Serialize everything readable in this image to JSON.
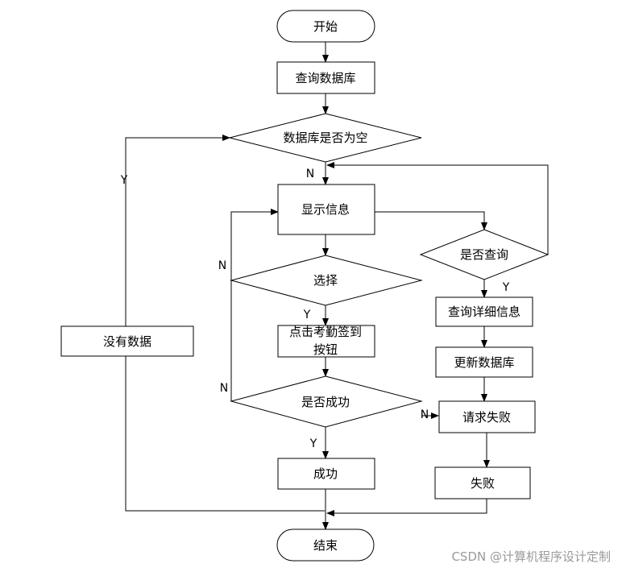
{
  "nodes": {
    "start": "开始",
    "query_db": "查询数据库",
    "db_empty": "数据库是否为空",
    "no_data": "没有数据",
    "show_info": "显示信息",
    "select": "选择",
    "checkin_line1": "点击考勤签到",
    "checkin_line2": "按钮",
    "is_success": "是否成功",
    "success": "成功",
    "is_query": "是否查询",
    "query_detail": "查询详细信息",
    "update_db": "更新数据库",
    "request_fail": "请求失败",
    "fail": "失败",
    "end": "结束"
  },
  "edge_labels": {
    "db_empty_yes": "Y",
    "db_empty_no": "N",
    "select_no": "N",
    "select_yes": "Y",
    "success_no_left": "N",
    "success_no_right": "N",
    "success_yes": "Y",
    "query_yes": "Y"
  },
  "watermark": "CSDN @计算机程序设计定制"
}
